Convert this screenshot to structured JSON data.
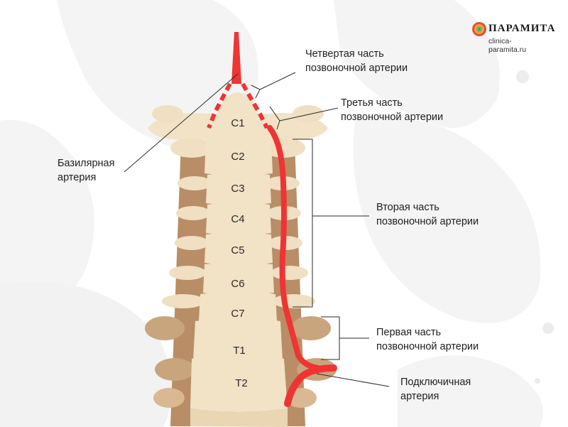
{
  "logo": {
    "brand": "ПАРАМИТА",
    "url": "clinica-paramita.ru"
  },
  "labels": {
    "basilar_artery": [
      "Базилярная",
      "артерия"
    ],
    "fourth_part": [
      "Четвертая часть",
      "позвоночной артерии"
    ],
    "third_part": [
      "Третья часть",
      "позвоночной артерии"
    ],
    "second_part": [
      "Вторая часть",
      "позвоночной артерии"
    ],
    "first_part": [
      "Первая часть",
      "позвоночной артерии"
    ],
    "subclavian_artery": [
      "Подключичная",
      "артерия"
    ]
  },
  "vertebrae": [
    "C1",
    "C2",
    "C3",
    "C4",
    "C5",
    "C6",
    "C7",
    "T1",
    "T2"
  ],
  "colors": {
    "bone": "#f2e2c6",
    "bone_shadow": "#a87a55",
    "artery": "#ef3434",
    "background_blob": "#f3f3f3"
  }
}
